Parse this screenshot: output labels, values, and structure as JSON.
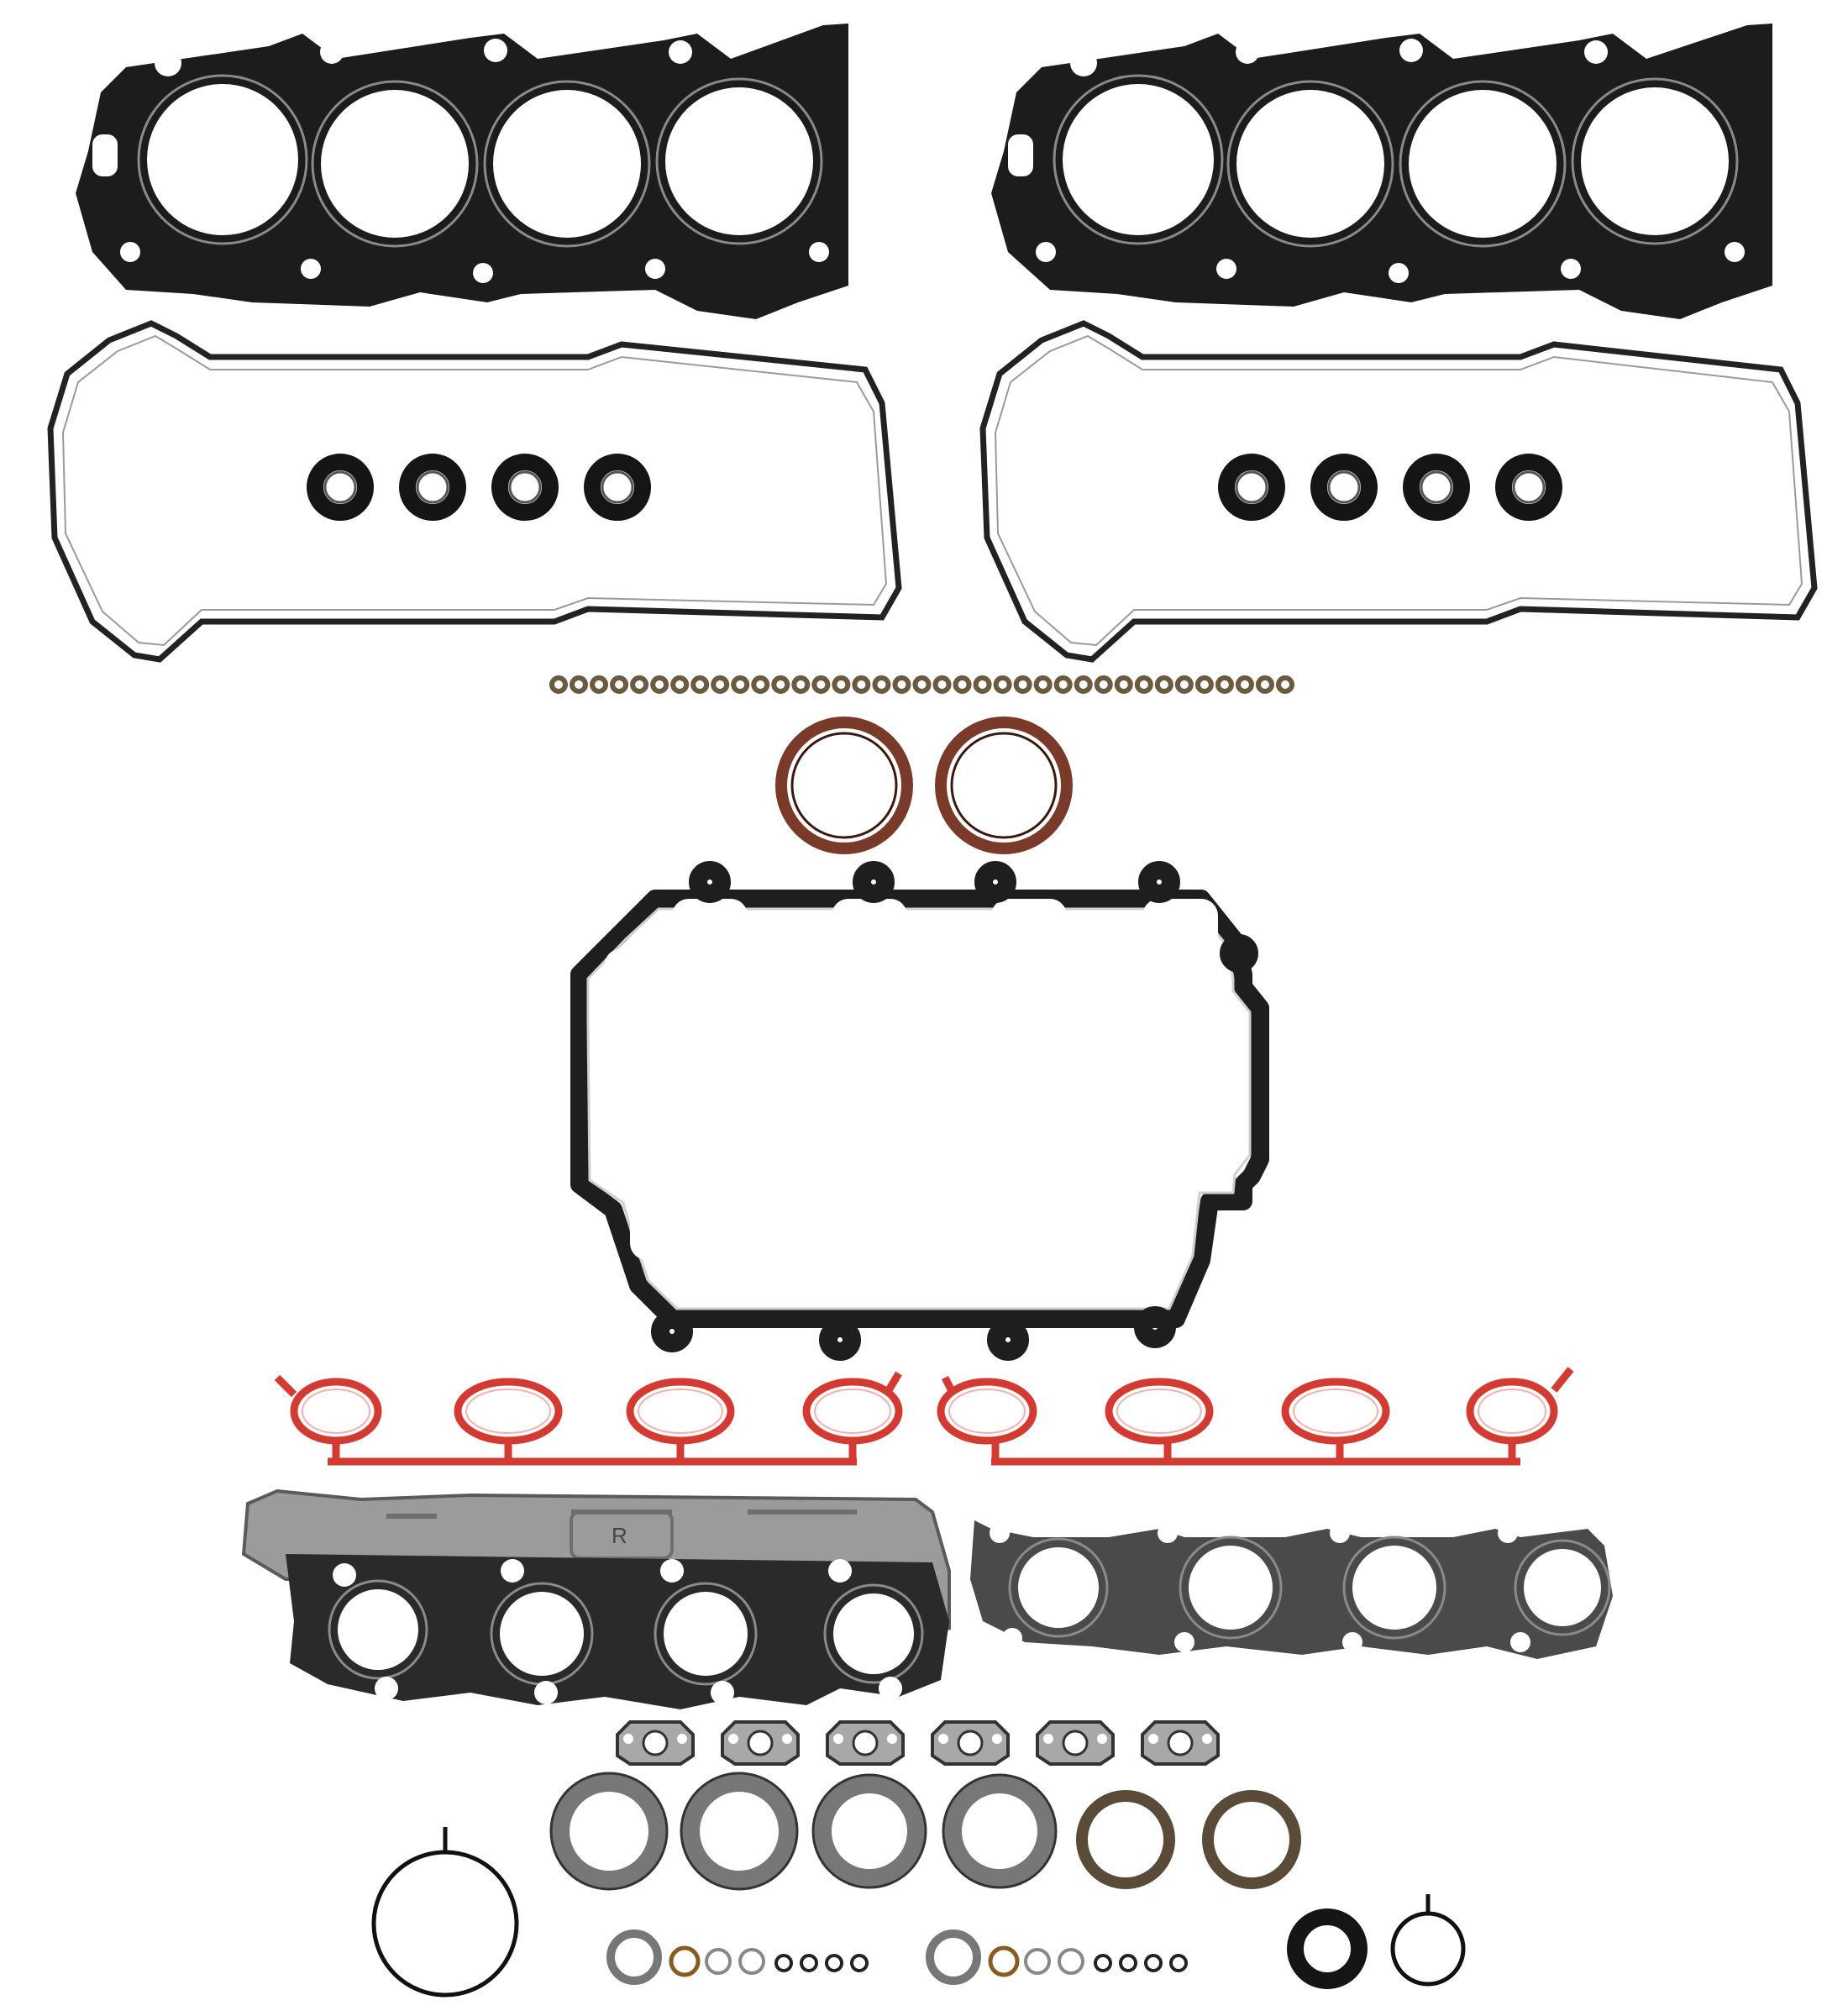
{
  "image": {
    "description_free": true
  },
  "parts": {
    "shield_label": "R"
  },
  "colors": {
    "background": "#ffffff",
    "head_gasket": "#1c1c1c",
    "intake_port_gasket": "#d23a32",
    "rear_main_seal": "#7a3a2a",
    "heat_shield": "#9b9b9b"
  },
  "counts": {
    "head_gaskets": 2,
    "valve_cover_gaskets": 2,
    "spark_tube_seals_per_cover": 4,
    "small_washers_row": 37,
    "intake_port_gaskets": 8,
    "egr_gaskets": 6,
    "large_rings": 6
  }
}
